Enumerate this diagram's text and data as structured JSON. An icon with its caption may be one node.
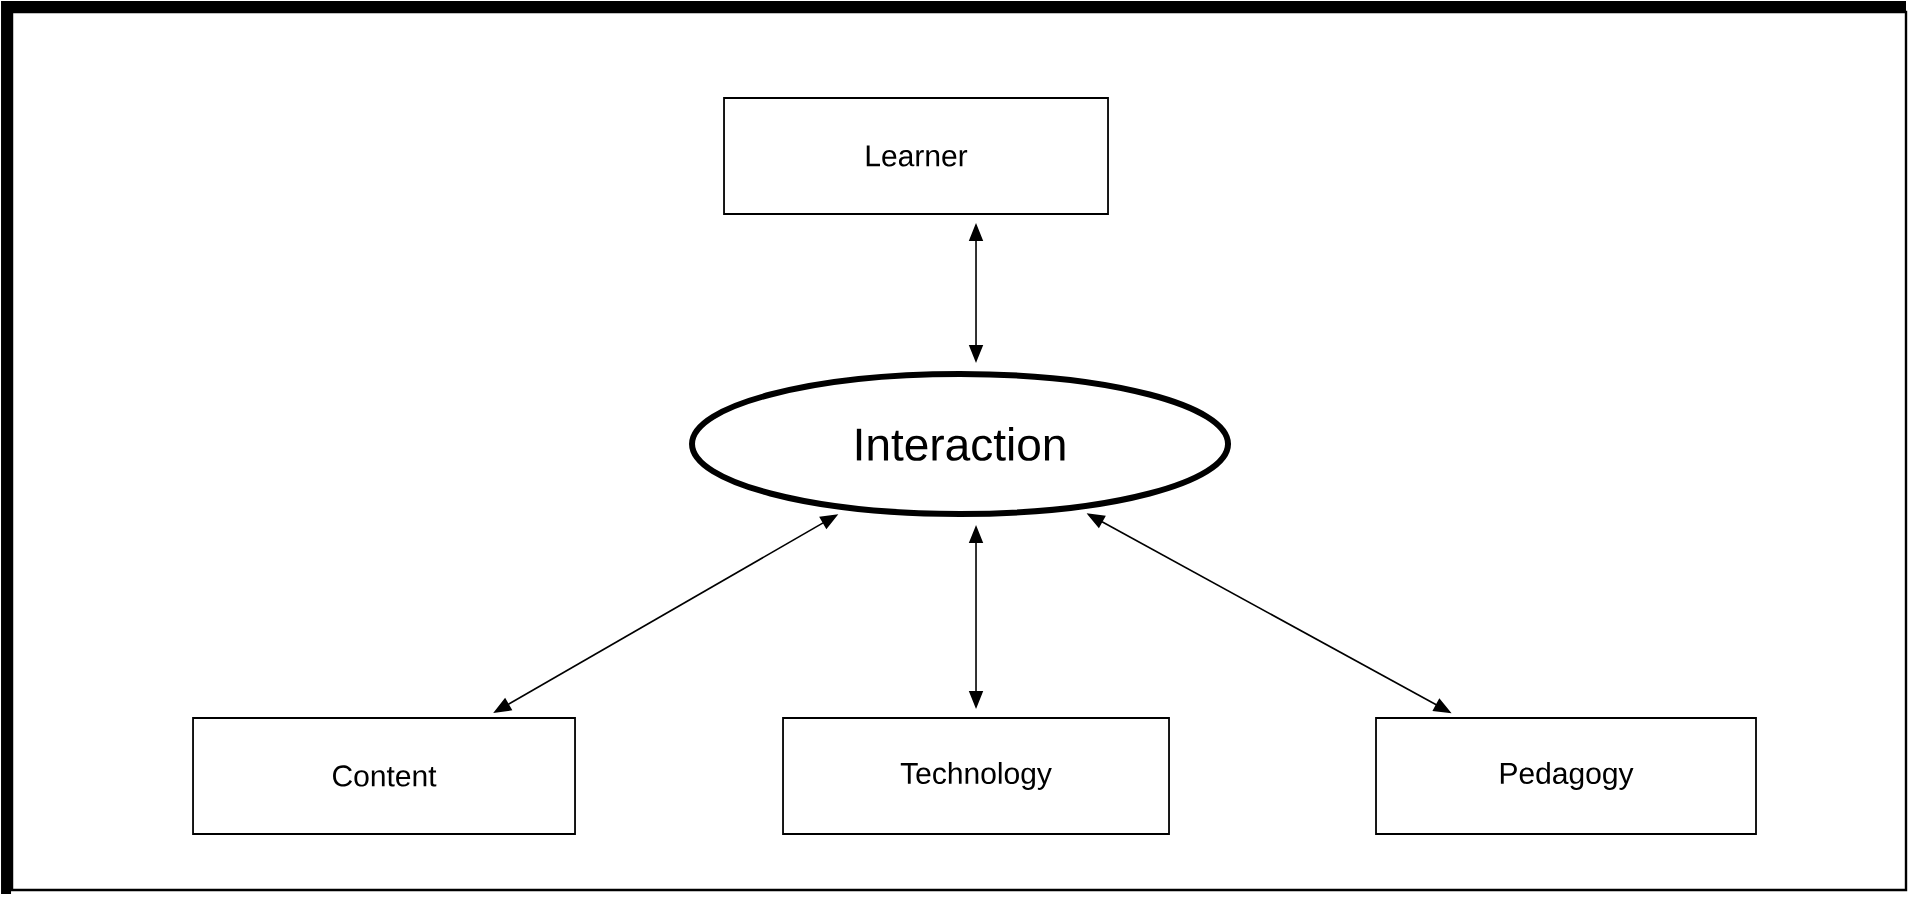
{
  "diagram": {
    "nodes": [
      {
        "text": [
          "Learner"
        ]
      },
      {
        "text": [
          "Interaction"
        ]
      },
      {
        "text": [
          "Content"
        ]
      },
      {
        "text": [
          "Technology"
        ]
      },
      {
        "text": [
          "Pedagogy"
        ]
      }
    ],
    "edges": [
      {
        "from": 0,
        "to": 1,
        "arrow": "both"
      },
      {
        "from": 2,
        "to": 1,
        "arrow": "both"
      },
      {
        "from": 3,
        "to": 1,
        "arrow": "both"
      },
      {
        "from": 4,
        "to": 1,
        "arrow": "both"
      }
    ]
  }
}
